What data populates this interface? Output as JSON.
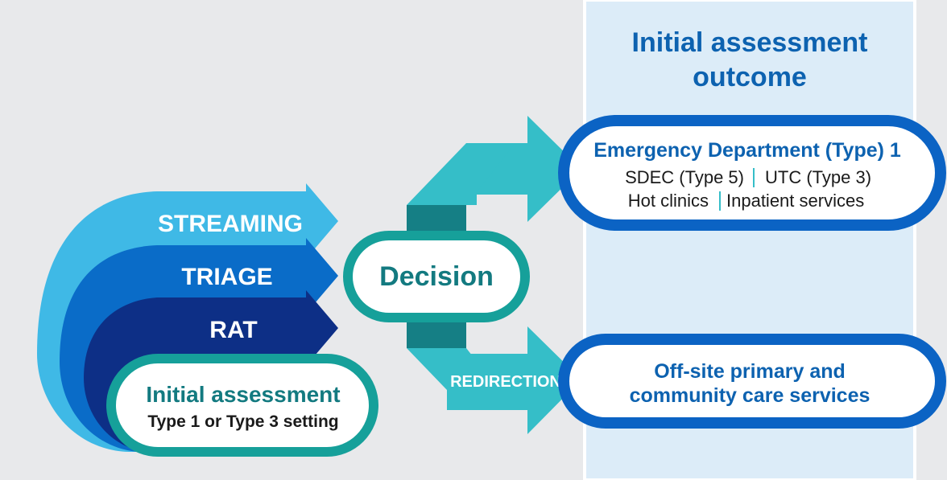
{
  "outcome_panel": {
    "title_line1": "Initial assessment",
    "title_line2": "outcome"
  },
  "stages": {
    "streaming": "STREAMING",
    "triage": "TRIAGE",
    "rat": "RAT"
  },
  "initial_assessment": {
    "title": "Initial assessment",
    "subtitle": "Type 1 or Type 3 setting"
  },
  "decision": {
    "label": "Decision"
  },
  "redirection": {
    "label": "REDIRECTION"
  },
  "outcome_top": {
    "title": "Emergency Department (Type) 1",
    "row1_left": "SDEC (Type 5)",
    "row1_right": "UTC (Type 3)",
    "row2_left": "Hot clinics",
    "row2_right": "Inpatient services"
  },
  "outcome_bottom": {
    "line1": "Off-site primary and",
    "line2": "community care services"
  },
  "colors": {
    "background": "#e8e9eb",
    "panel": "#dcecf8",
    "light_blue": "#3fb9e6",
    "mid_blue": "#0a6cc8",
    "dark_blue": "#0d2f86",
    "teal": "#35bec8",
    "dark_teal": "#157f85",
    "ring_teal": "#16a09a",
    "ring_blue": "#0b63c4"
  }
}
